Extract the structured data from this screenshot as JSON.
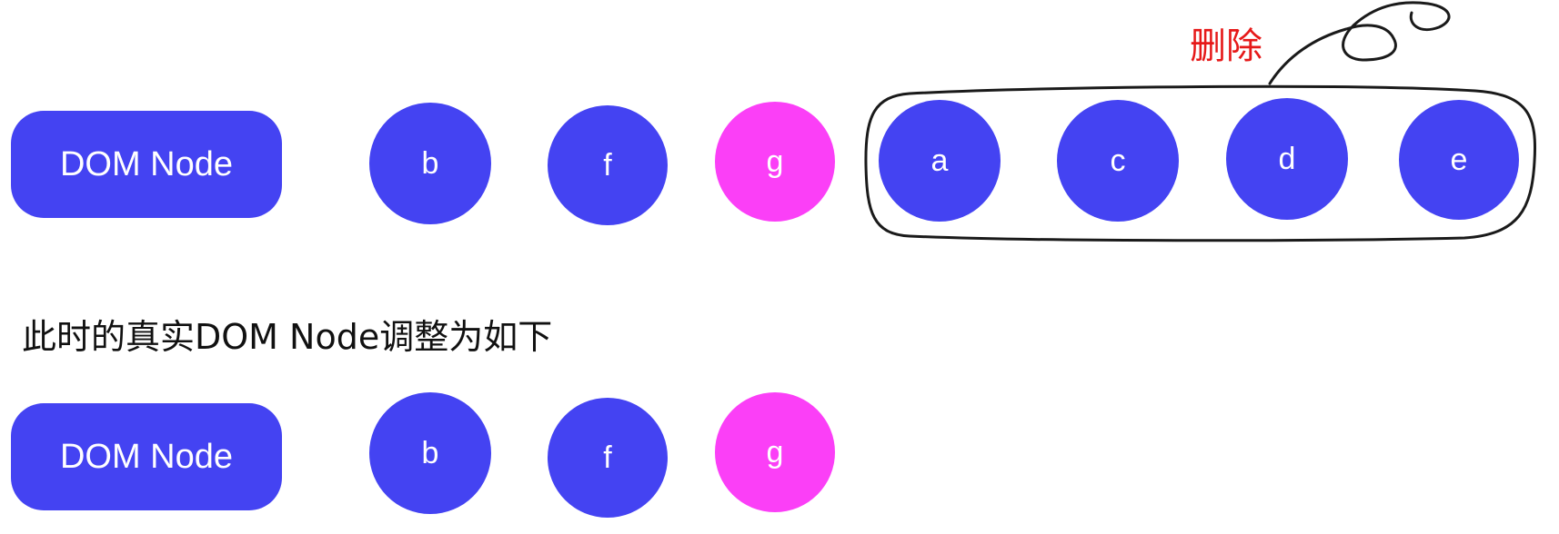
{
  "colors": {
    "node_blue": "#4443f2",
    "node_pink": "#fb3ff7",
    "delete_red": "#e61919",
    "outline_dark": "#1a1a1a"
  },
  "delete_label": "删除",
  "caption": "此时的真实DOM Node调整为如下",
  "row1": {
    "root_label": "DOM Node",
    "kept_nodes": [
      {
        "label": "b",
        "color": "blue"
      },
      {
        "label": "f",
        "color": "blue"
      },
      {
        "label": "g",
        "color": "pink"
      }
    ],
    "deleted_nodes": [
      {
        "label": "a",
        "color": "blue"
      },
      {
        "label": "c",
        "color": "blue"
      },
      {
        "label": "d",
        "color": "blue"
      },
      {
        "label": "e",
        "color": "blue"
      }
    ]
  },
  "row2": {
    "root_label": "DOM Node",
    "nodes": [
      {
        "label": "b",
        "color": "blue"
      },
      {
        "label": "f",
        "color": "blue"
      },
      {
        "label": "g",
        "color": "pink"
      }
    ]
  }
}
